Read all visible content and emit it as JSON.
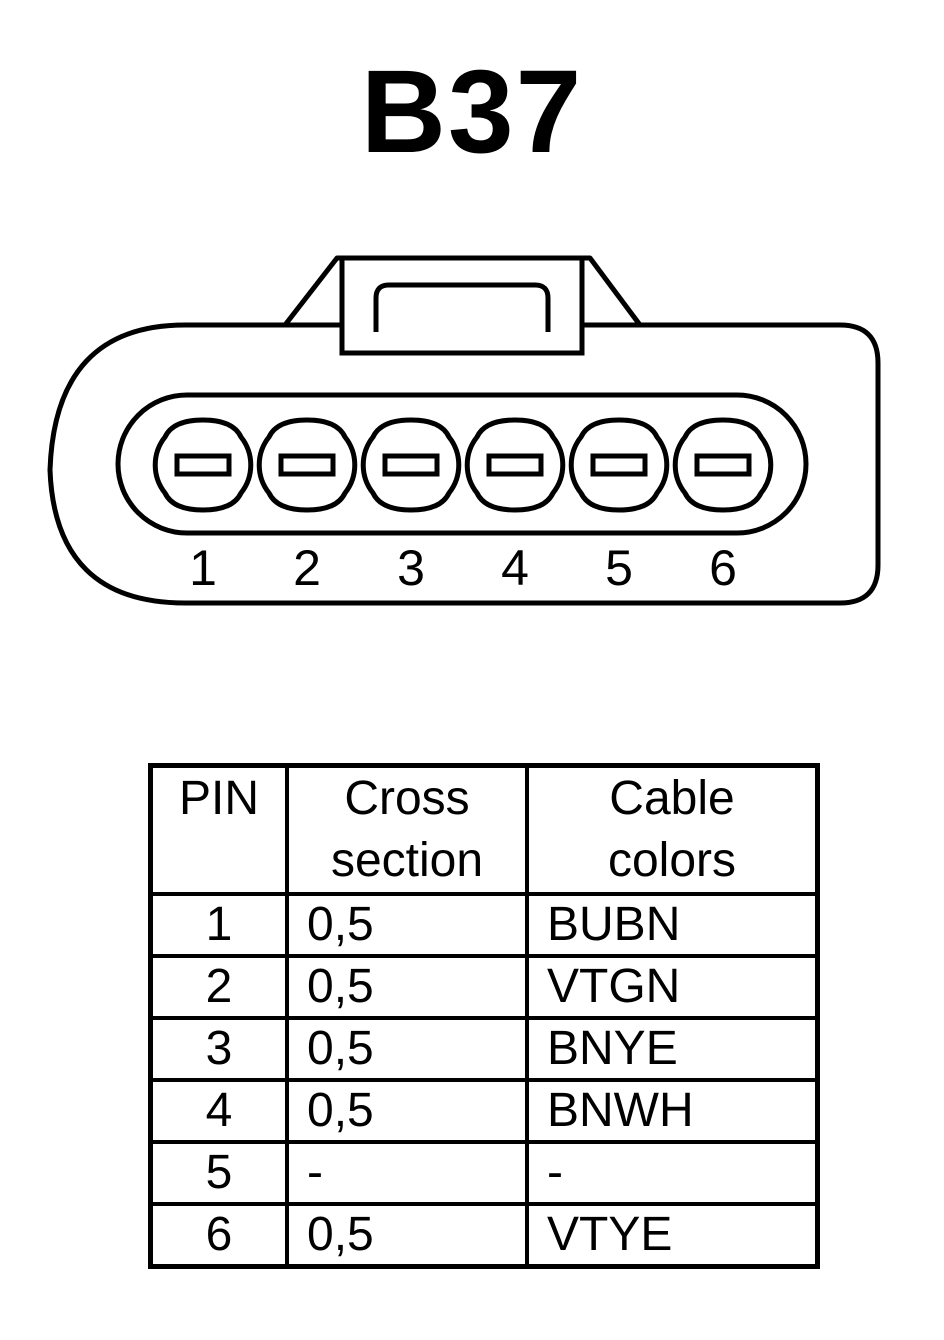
{
  "title": "B37",
  "connector": {
    "pin_labels": [
      "1",
      "2",
      "3",
      "4",
      "5",
      "6"
    ]
  },
  "table": {
    "headers": {
      "pin": "PIN",
      "cross_line1": "Cross",
      "cross_line2": "section",
      "color_line1": "Cable",
      "color_line2": "colors"
    },
    "rows": [
      {
        "pin": "1",
        "cross": "0,5",
        "color": "BUBN"
      },
      {
        "pin": "2",
        "cross": "0,5",
        "color": "VTGN"
      },
      {
        "pin": "3",
        "cross": "0,5",
        "color": "BNYE"
      },
      {
        "pin": "4",
        "cross": "0,5",
        "color": "BNWH"
      },
      {
        "pin": "5",
        "cross": "-",
        "color": "-"
      },
      {
        "pin": "6",
        "cross": "0,5",
        "color": "VTYE"
      }
    ]
  }
}
